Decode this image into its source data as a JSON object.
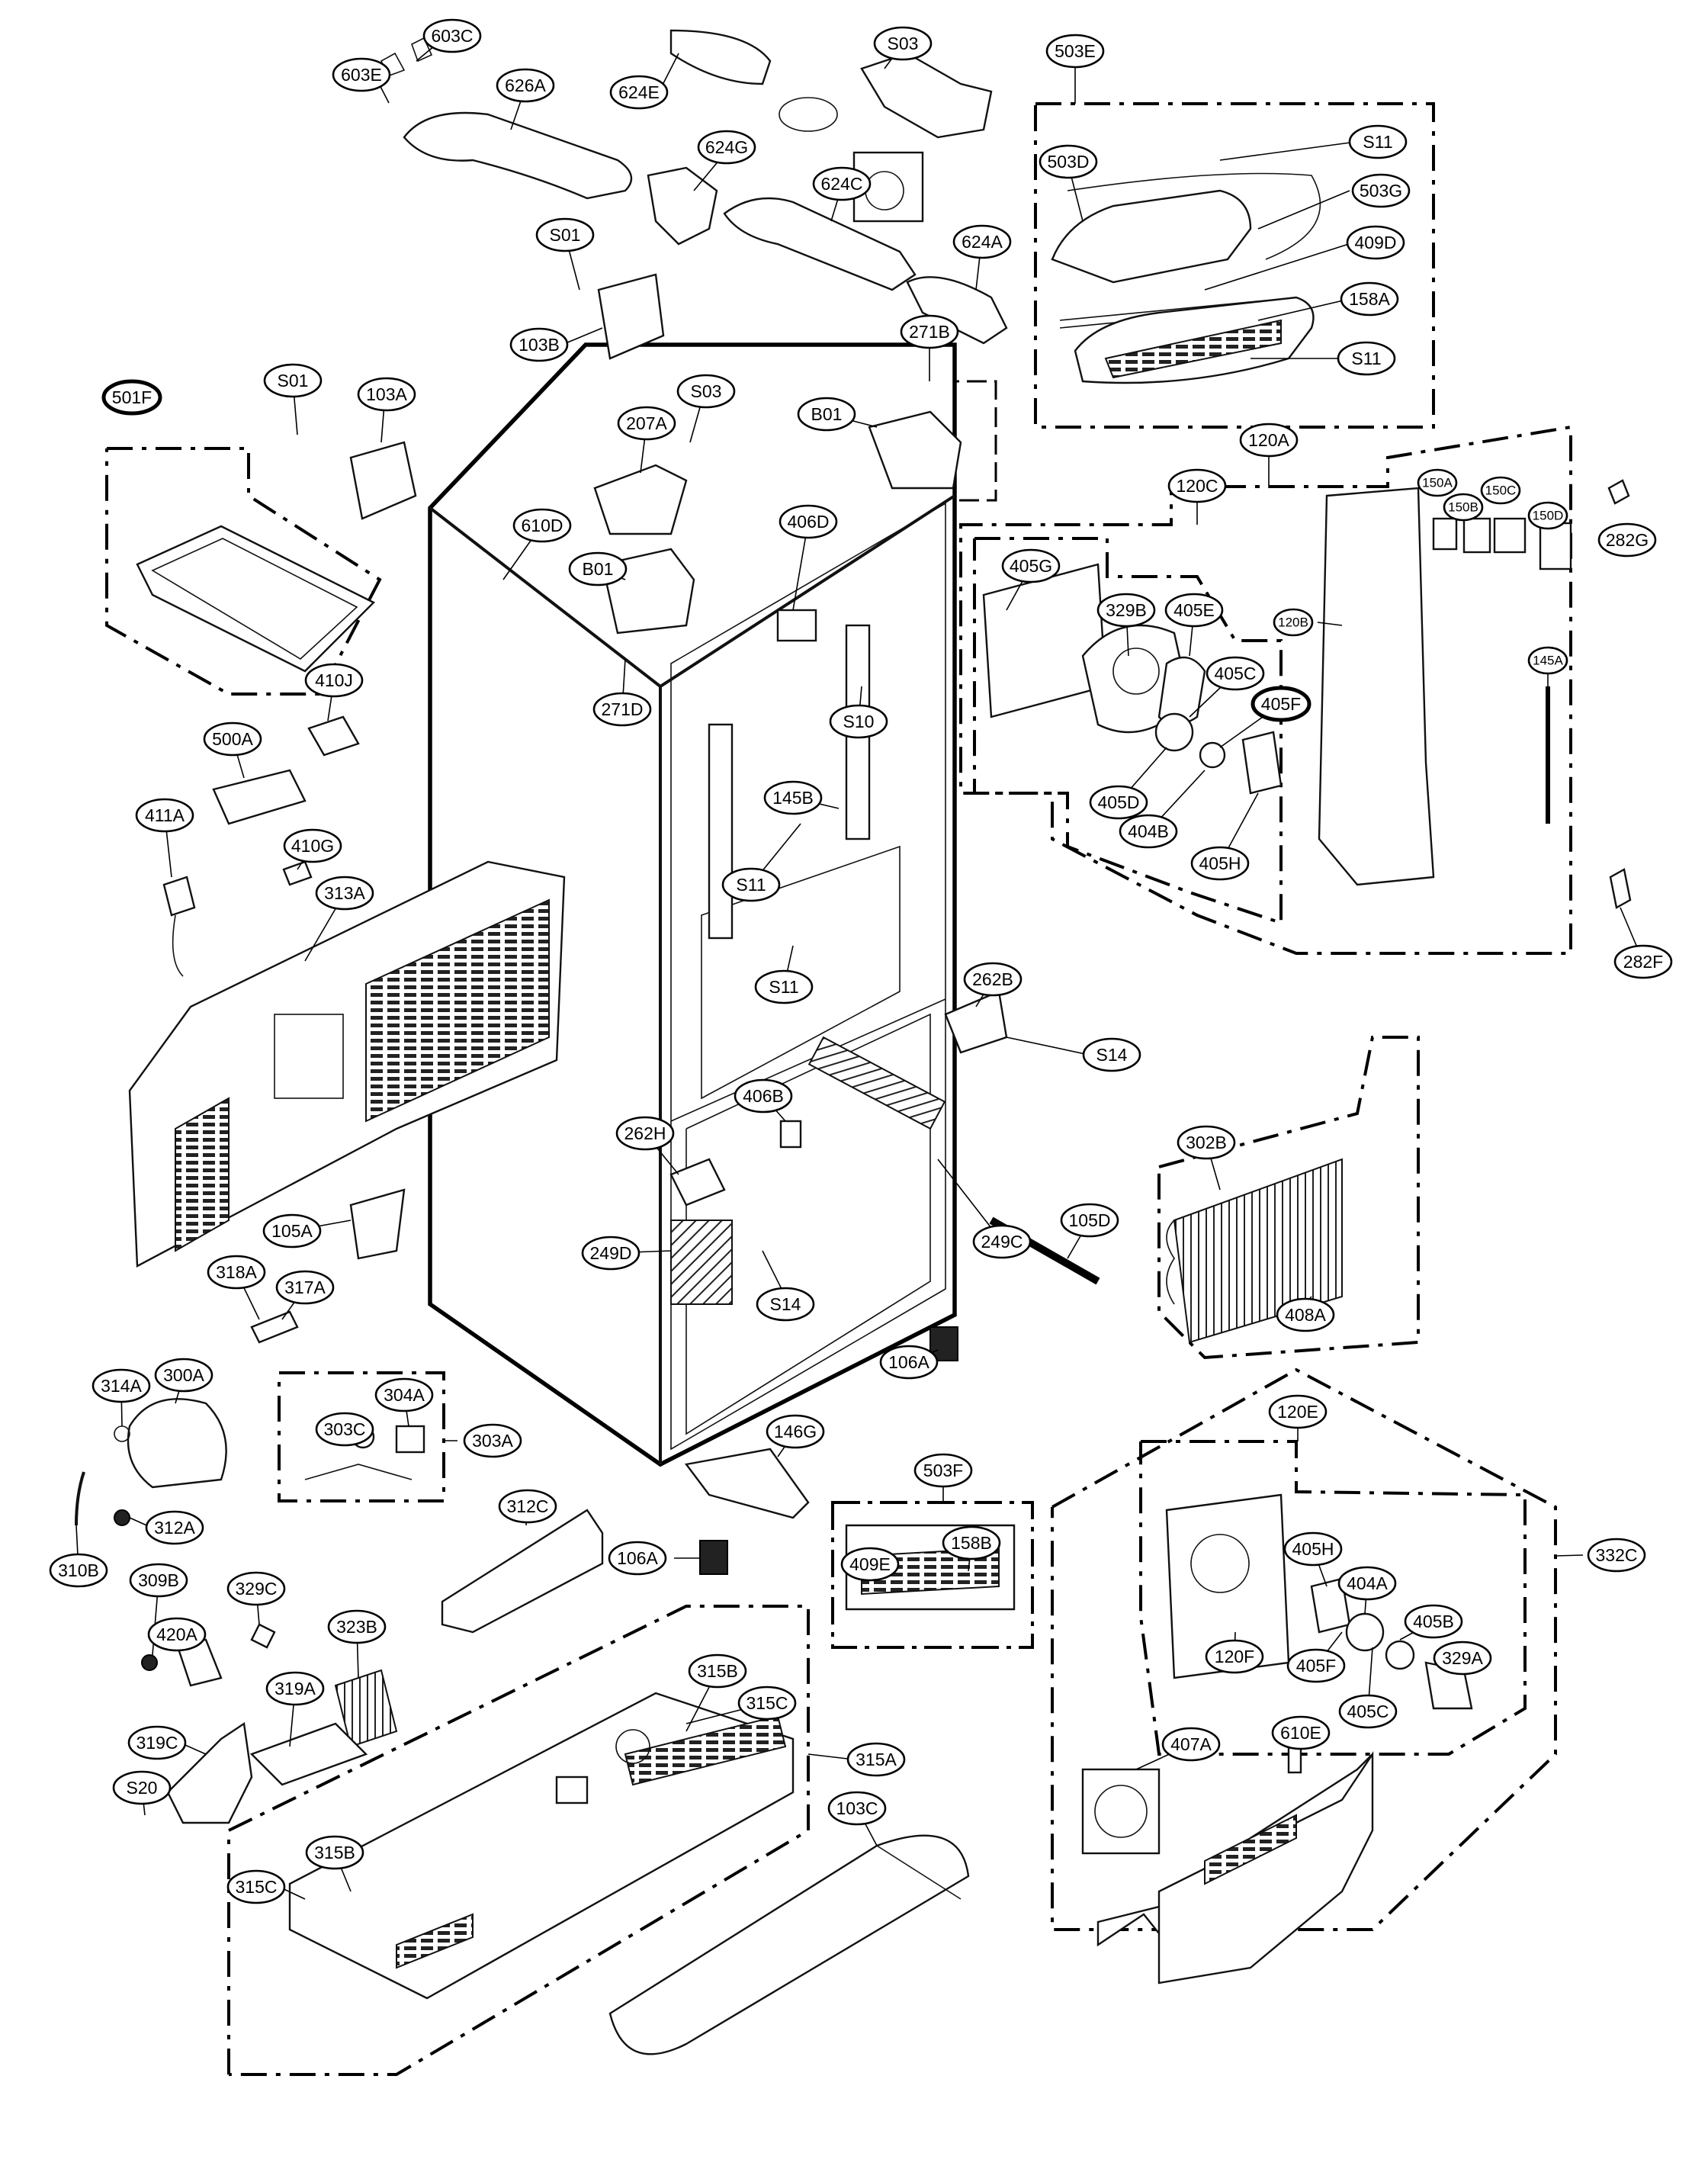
{
  "callouts": [
    {
      "id": "603E",
      "text": "603E"
    },
    {
      "id": "603C",
      "text": "603C"
    },
    {
      "id": "626A",
      "text": "626A"
    },
    {
      "id": "624E",
      "text": "624E"
    },
    {
      "id": "S03a",
      "text": "S03"
    },
    {
      "id": "503E",
      "text": "503E"
    },
    {
      "id": "S11a",
      "text": "S11"
    },
    {
      "id": "503D",
      "text": "503D"
    },
    {
      "id": "503G",
      "text": "503G"
    },
    {
      "id": "624G",
      "text": "624G"
    },
    {
      "id": "624C",
      "text": "624C"
    },
    {
      "id": "409D",
      "text": "409D"
    },
    {
      "id": "S01a",
      "text": "S01"
    },
    {
      "id": "624A",
      "text": "624A"
    },
    {
      "id": "158A",
      "text": "158A"
    },
    {
      "id": "103B",
      "text": "103B"
    },
    {
      "id": "271B",
      "text": "271B"
    },
    {
      "id": "S11b",
      "text": "S11"
    },
    {
      "id": "S01b",
      "text": "S01"
    },
    {
      "id": "103A",
      "text": "103A"
    },
    {
      "id": "S03b",
      "text": "S03"
    },
    {
      "id": "B01a",
      "text": "B01"
    },
    {
      "id": "501F",
      "text": "501F"
    },
    {
      "id": "207A",
      "text": "207A"
    },
    {
      "id": "120A",
      "text": "120A"
    },
    {
      "id": "150A",
      "text": "150A"
    },
    {
      "id": "150B",
      "text": "150B"
    },
    {
      "id": "150C",
      "text": "150C"
    },
    {
      "id": "150D",
      "text": "150D"
    },
    {
      "id": "282G",
      "text": "282G"
    },
    {
      "id": "406D",
      "text": "406D"
    },
    {
      "id": "120C",
      "text": "120C"
    },
    {
      "id": "610D",
      "text": "610D"
    },
    {
      "id": "B01b",
      "text": "B01"
    },
    {
      "id": "405G",
      "text": "405G"
    },
    {
      "id": "329B",
      "text": "329B"
    },
    {
      "id": "405E",
      "text": "405E"
    },
    {
      "id": "120B",
      "text": "120B"
    },
    {
      "id": "410J",
      "text": "410J"
    },
    {
      "id": "271D",
      "text": "271D"
    },
    {
      "id": "S10",
      "text": "S10"
    },
    {
      "id": "405C",
      "text": "405C"
    },
    {
      "id": "405F",
      "text": "405F"
    },
    {
      "id": "145A",
      "text": "145A"
    },
    {
      "id": "500A",
      "text": "500A"
    },
    {
      "id": "145B",
      "text": "145B"
    },
    {
      "id": "405D",
      "text": "405D"
    },
    {
      "id": "404B",
      "text": "404B"
    },
    {
      "id": "405H",
      "text": "405H"
    },
    {
      "id": "411A",
      "text": "411A"
    },
    {
      "id": "410G",
      "text": "410G"
    },
    {
      "id": "S11c",
      "text": "S11"
    },
    {
      "id": "313A",
      "text": "313A"
    },
    {
      "id": "282F",
      "text": "282F"
    },
    {
      "id": "S11d",
      "text": "S11"
    },
    {
      "id": "262B",
      "text": "262B"
    },
    {
      "id": "S14a",
      "text": "S14"
    },
    {
      "id": "302B",
      "text": "302B"
    },
    {
      "id": "406B",
      "text": "406B"
    },
    {
      "id": "262H",
      "text": "262H"
    },
    {
      "id": "105D",
      "text": "105D"
    },
    {
      "id": "105A",
      "text": "105A"
    },
    {
      "id": "249D",
      "text": "249D"
    },
    {
      "id": "249C",
      "text": "249C"
    },
    {
      "id": "318A",
      "text": "318A"
    },
    {
      "id": "317A",
      "text": "317A"
    },
    {
      "id": "S14b",
      "text": "S14"
    },
    {
      "id": "408A",
      "text": "408A"
    },
    {
      "id": "106A1",
      "text": "106A"
    },
    {
      "id": "314A",
      "text": "314A"
    },
    {
      "id": "300A",
      "text": "300A"
    },
    {
      "id": "304A",
      "text": "304A"
    },
    {
      "id": "303C",
      "text": "303C"
    },
    {
      "id": "303A",
      "text": "303A"
    },
    {
      "id": "120E",
      "text": "120E"
    },
    {
      "id": "146G",
      "text": "146G"
    },
    {
      "id": "503F",
      "text": "503F"
    },
    {
      "id": "312A",
      "text": "312A"
    },
    {
      "id": "312C",
      "text": "312C"
    },
    {
      "id": "409E",
      "text": "409E"
    },
    {
      "id": "158B",
      "text": "158B"
    },
    {
      "id": "106A2",
      "text": "106A"
    },
    {
      "id": "332C",
      "text": "332C"
    },
    {
      "id": "310B",
      "text": "310B"
    },
    {
      "id": "405H2",
      "text": "405H"
    },
    {
      "id": "309B",
      "text": "309B"
    },
    {
      "id": "329C",
      "text": "329C"
    },
    {
      "id": "404A",
      "text": "404A"
    },
    {
      "id": "323B",
      "text": "323B"
    },
    {
      "id": "420A",
      "text": "420A"
    },
    {
      "id": "405B",
      "text": "405B"
    },
    {
      "id": "315B",
      "text": "315B"
    },
    {
      "id": "120F",
      "text": "120F"
    },
    {
      "id": "405F2",
      "text": "405F"
    },
    {
      "id": "329A",
      "text": "329A"
    },
    {
      "id": "315C",
      "text": "315C"
    },
    {
      "id": "405C2",
      "text": "405C"
    },
    {
      "id": "319A",
      "text": "319A"
    },
    {
      "id": "319C",
      "text": "319C"
    },
    {
      "id": "315A",
      "text": "315A"
    },
    {
      "id": "S20",
      "text": "S20"
    },
    {
      "id": "407A",
      "text": "407A"
    },
    {
      "id": "610E",
      "text": "610E"
    },
    {
      "id": "103C",
      "text": "103C"
    },
    {
      "id": "315B2",
      "text": "315B"
    },
    {
      "id": "315C2",
      "text": "315C"
    }
  ]
}
